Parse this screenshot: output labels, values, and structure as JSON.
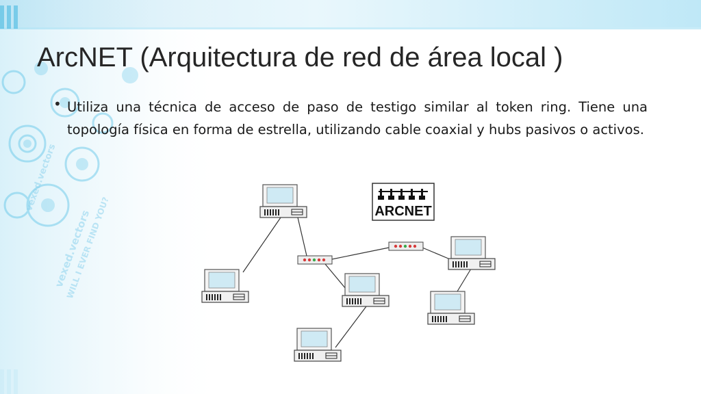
{
  "slide": {
    "title": "ArcNET (Arquitectura de red de área local )",
    "bullet_symbol": "•",
    "bullet_text": "Utiliza una técnica de acceso de paso de testigo similar al token ring. Tiene una topología física en forma de estrella, utilizando cable coaxial y hubs pasivos o activos."
  },
  "diagram": {
    "logo_text": "ARCNET"
  },
  "background": {
    "watermark_lines": [
      "vexed.vectors",
      "WILL I EVER FIND YOU?",
      "vexed.vectors"
    ]
  },
  "colors": {
    "title": "#262626",
    "text": "#1a1a1a",
    "accent_band": "#bfe8f7",
    "monitor_screen": "#cfeaf4"
  }
}
